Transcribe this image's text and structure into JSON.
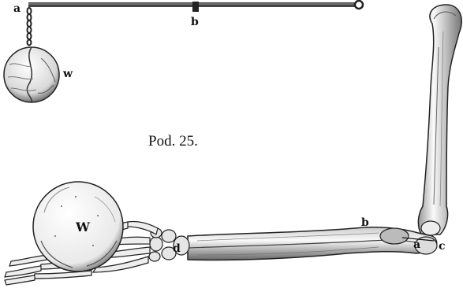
{
  "caption": "Pod. 25.",
  "lever": {
    "label_a": "a",
    "label_b": "b",
    "weight_label": "w"
  },
  "arm": {
    "ball_label": "W",
    "label_b": "b",
    "label_a": "a",
    "label_c": "c",
    "label_d": "d"
  }
}
